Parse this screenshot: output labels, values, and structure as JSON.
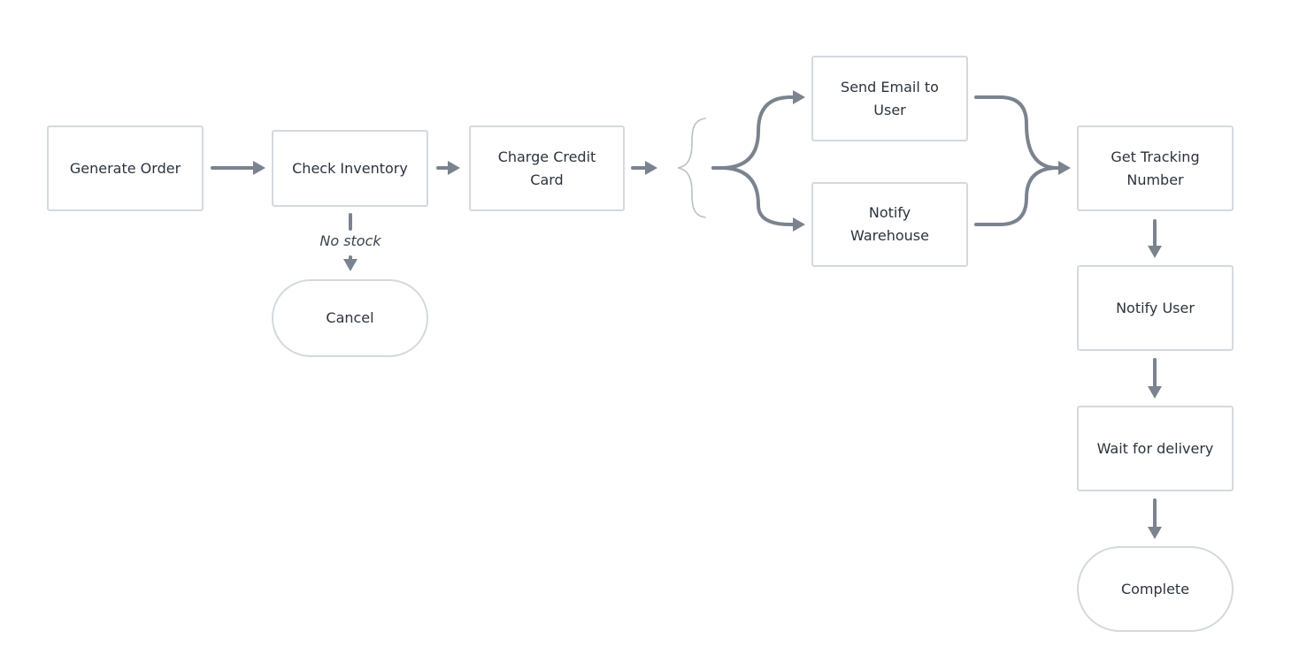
{
  "nodes": {
    "generate_order": "Generate Order",
    "check_inventory": "Check Inventory",
    "charge_credit_card": "Charge Credit Card",
    "send_email": "Send Email to User",
    "notify_warehouse": "Notify Warehouse",
    "get_tracking": "Get Tracking Number",
    "notify_user": "Notify User",
    "wait_delivery": "Wait for delivery",
    "cancel": "Cancel",
    "complete": "Complete"
  },
  "edge_labels": {
    "no_stock": "No stock"
  },
  "colors": {
    "connector": "#7a838e",
    "node_border": "#d4d9df",
    "brace": "#b9c0c8",
    "text": "#2b333d"
  }
}
